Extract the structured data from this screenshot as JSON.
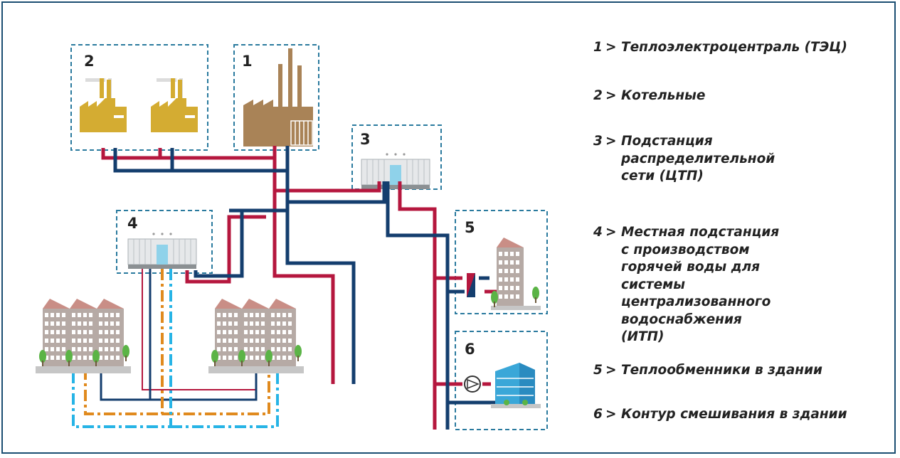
{
  "boxes": {
    "chp": "1",
    "boilers": "2",
    "central_substation": "3",
    "local_substation": "4",
    "heat_exchangers": "5",
    "mixing_circuit": "6"
  },
  "legend": {
    "arrow": ">",
    "items": [
      {
        "num": "1",
        "text": "Теплоэлектроцентраль (ТЭЦ)"
      },
      {
        "num": "2",
        "text": "Котельные"
      },
      {
        "num": "3",
        "text": "Подстанция распределительной сети (ЦТП)"
      },
      {
        "num": "4",
        "text": "Местная подстанция с производством горячей воды для системы централизованного водоснабжения (ИТП)"
      },
      {
        "num": "5",
        "text": "Теплообменники в здании"
      },
      {
        "num": "6",
        "text": "Контур смешивания в здании"
      }
    ]
  },
  "colors": {
    "frame": "#1b4e72",
    "supply_pipe": "#b5173e",
    "return_pipe": "#143e6e",
    "boiler_plant": "#d4ac32",
    "chp_plant": "#a98357",
    "dhw_orange": "#e08a1e",
    "dhw_cyan": "#27b4e6",
    "dashed_box": "#2a7a9e"
  }
}
